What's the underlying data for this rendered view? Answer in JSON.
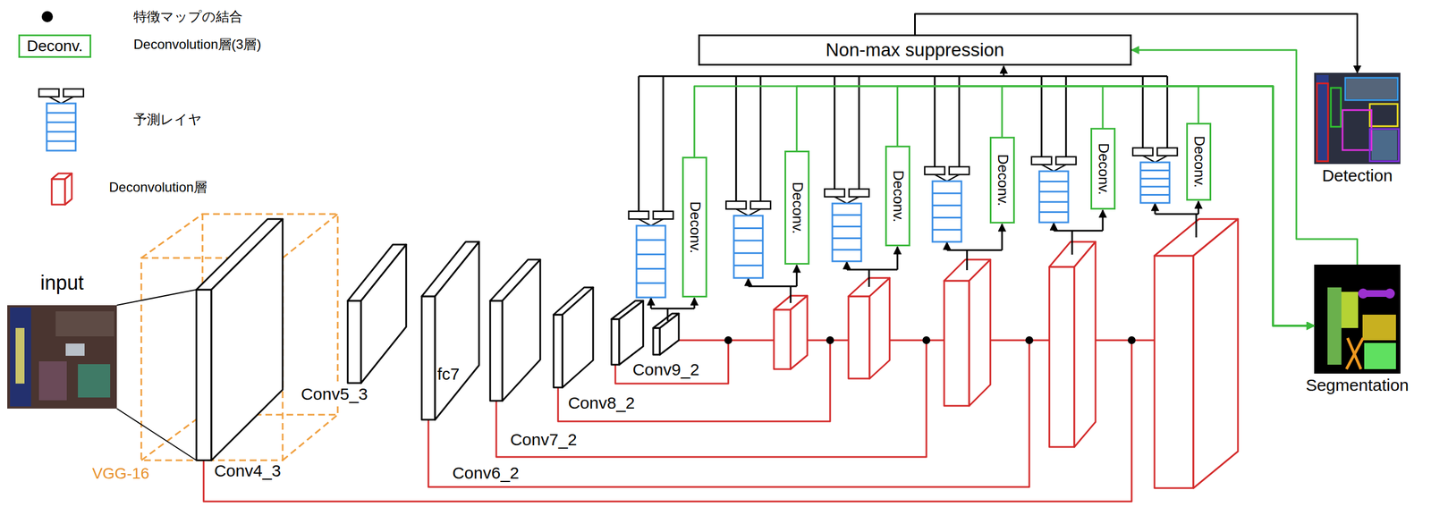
{
  "diagram": {
    "nodes": [
      {
        "text": [
          "Deconv."
        ]
      },
      {
        "text": [
          "Non-max suppression"
        ]
      },
      {
        "text": [
          "input"
        ]
      },
      {
        "text": [
          "Deconv."
        ]
      },
      {
        "text": [
          "Deconv."
        ]
      },
      {
        "text": [
          "Deconv."
        ]
      },
      {
        "text": [
          "Deconv."
        ]
      },
      {
        "text": [
          "Deconv."
        ]
      },
      {
        "text": [
          "Deconv."
        ]
      },
      {
        "text": [
          "Detection"
        ]
      },
      {
        "text": [
          "Segmentation"
        ]
      }
    ],
    "edges": [
      {
        "from": 1,
        "to": 9,
        "arrow": "to"
      },
      {
        "from": 3,
        "to": 10,
        "arrow": "to"
      },
      {
        "from": 4,
        "to": 10,
        "arrow": "to"
      },
      {
        "from": 5,
        "to": 10,
        "arrow": "to"
      },
      {
        "from": 6,
        "to": 10,
        "arrow": "to"
      },
      {
        "from": 7,
        "to": 10,
        "arrow": "to"
      },
      {
        "from": 8,
        "to": 10,
        "arrow": "to"
      },
      {
        "from": 10,
        "to": 1,
        "arrow": "to"
      }
    ],
    "labels": [
      "Conv9_2",
      "Conv8_2",
      "Conv5_3",
      "fc7",
      "Conv7_2",
      "Conv4_3",
      "Conv6_2",
      "VGG-16"
    ],
    "legend": [
      {
        "text": "特徴マップの結合"
      },
      {
        "text": "Deconvolution層(3層)"
      },
      {
        "text": "予測レイヤ"
      },
      {
        "text": "Deconvolution層"
      }
    ]
  }
}
